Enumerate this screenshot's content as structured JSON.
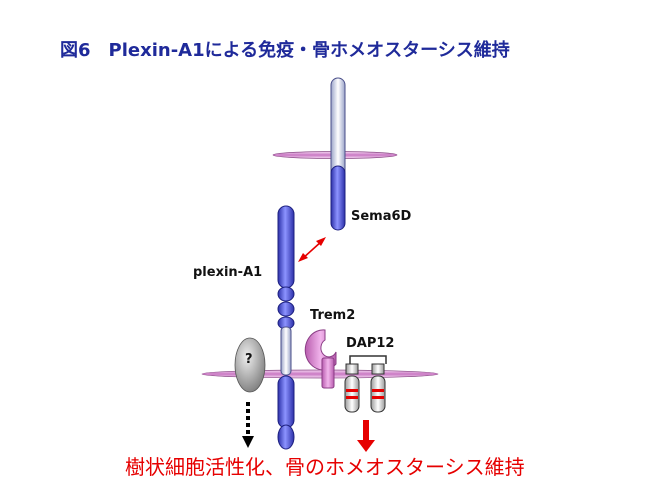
{
  "title": "図6　Plexin-A1による免疫・骨ホメオスターシス維持",
  "labels": {
    "sema6d": "Sema6D",
    "plexin": "plexin-A1",
    "trem2": "Trem2",
    "dap12": "DAP12",
    "unknown": "?"
  },
  "caption": "樹状細胞活性化、骨のホメオスターシス維持",
  "colors": {
    "title": "#1f2a9a",
    "caption": "#e60000",
    "receptor": "#5b63e0",
    "trem2": "#e58ad8",
    "membrane": "#d98fd4",
    "arrow_red": "#e60000"
  }
}
